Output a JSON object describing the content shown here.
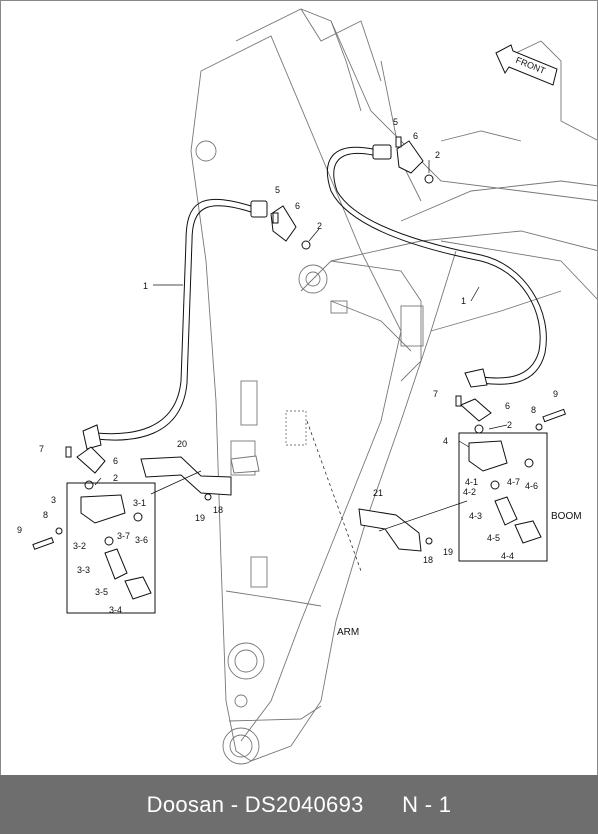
{
  "footer": {
    "brand": "Doosan",
    "separator": " - ",
    "part_number": "DS2040693",
    "page": "N - 1"
  },
  "diagram": {
    "front_label": "FRONT",
    "arm_label": "ARM",
    "boom_label": "BOOM",
    "callouts": {
      "c1a": "1",
      "c1b": "1",
      "c2a": "2",
      "c2b": "2",
      "c2c": "2",
      "c2d": "2",
      "c3": "3",
      "c3_1": "3-1",
      "c3_2": "3-2",
      "c3_3": "3-3",
      "c3_4": "3-4",
      "c3_5": "3-5",
      "c3_6": "3-6",
      "c3_7": "3-7",
      "c4": "4",
      "c4_1": "4-1",
      "c4_2": "4-2",
      "c4_3": "4-3",
      "c4_4": "4-4",
      "c4_5": "4-5",
      "c4_6": "4-6",
      "c4_7": "4-7",
      "c5a": "5",
      "c5b": "5",
      "c6a": "6",
      "c6b": "6",
      "c6c": "6",
      "c6d": "6",
      "c7a": "7",
      "c7b": "7",
      "c8a": "8",
      "c8b": "8",
      "c9a": "9",
      "c9b": "9",
      "c18a": "18",
      "c18b": "18",
      "c19a": "19",
      "c19b": "19",
      "c20": "20",
      "c21": "21"
    }
  }
}
